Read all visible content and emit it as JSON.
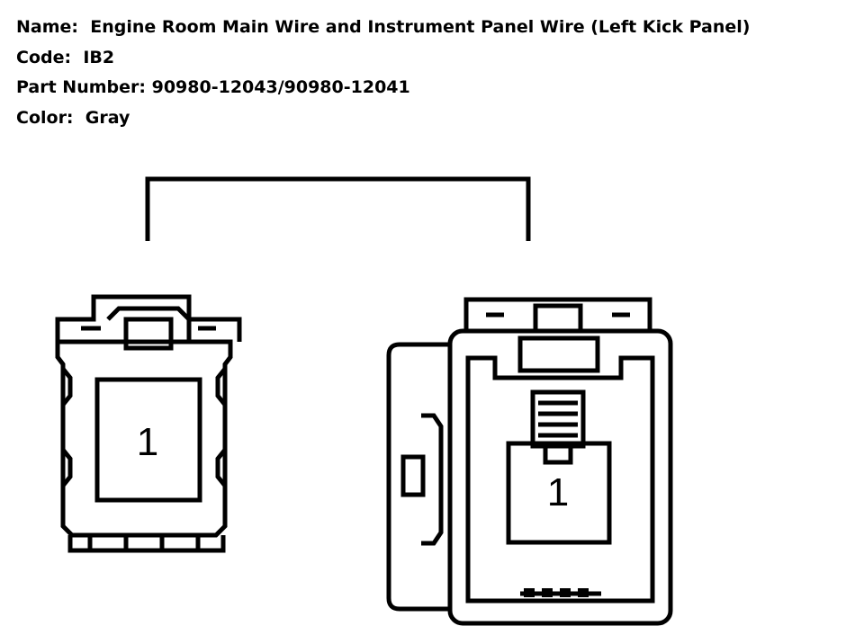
{
  "info": {
    "name_label": "Name:",
    "name_value": "Engine Room Main Wire and Instrument Panel Wire (Left Kick Panel)",
    "code_label": "Code:",
    "code_value": "IB2",
    "part_label": "Part Number:",
    "part_value": "90980-12043/90980-12041",
    "color_label": "Color:",
    "color_value": "Gray"
  },
  "connectors": {
    "left": {
      "pin": "1"
    },
    "right": {
      "pin": "1"
    }
  }
}
